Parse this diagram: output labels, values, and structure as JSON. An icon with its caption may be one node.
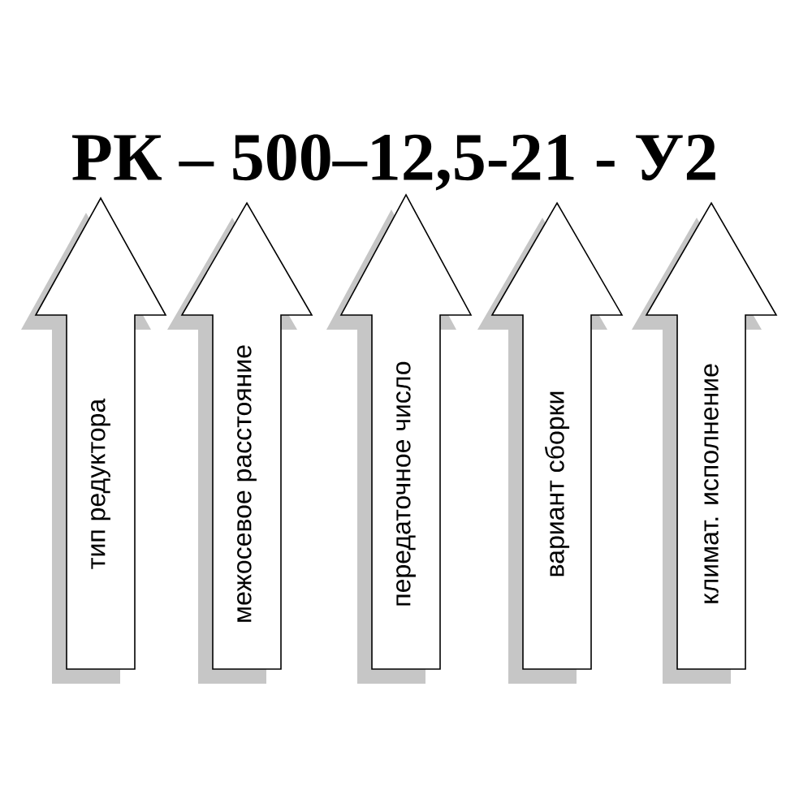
{
  "diagram": {
    "title": "РК – 500–12,5-21 - У2",
    "nodes": [
      {
        "text": [
          "тип редуктора"
        ]
      },
      {
        "text": [
          "межосевое расстояние"
        ]
      },
      {
        "text": [
          "передаточное число"
        ]
      },
      {
        "text": [
          "вариант сборки"
        ]
      },
      {
        "text": [
          "климат. исполнение"
        ]
      }
    ]
  }
}
